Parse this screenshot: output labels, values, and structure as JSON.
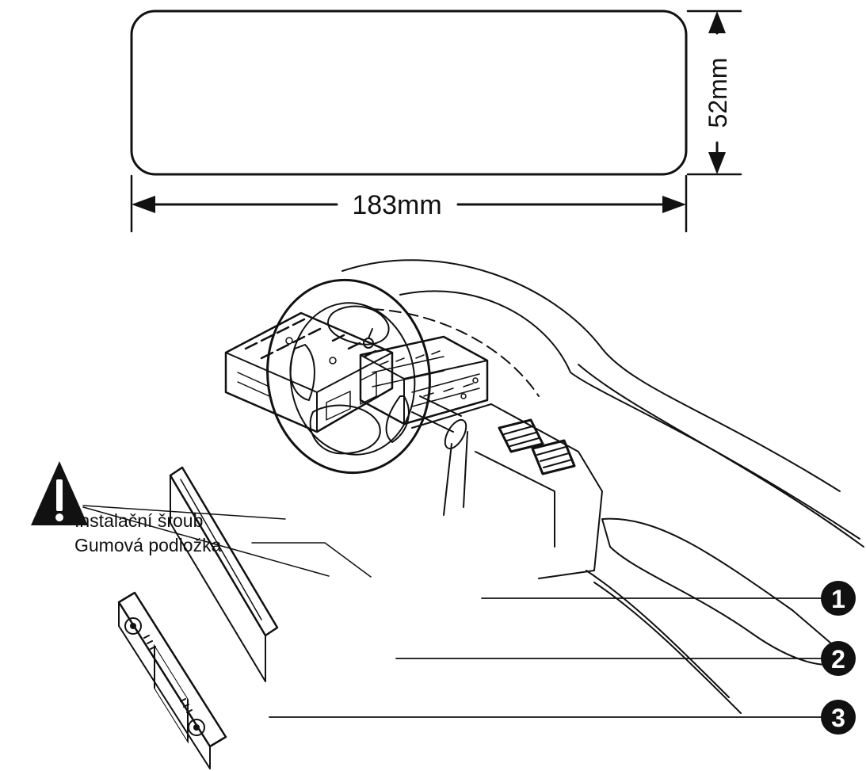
{
  "dimensions": {
    "width_label": "183mm",
    "height_label": "52mm"
  },
  "labels": {
    "screw": "Instalační šroub",
    "washer": "Gumová podložka"
  },
  "callouts": [
    {
      "number": "1",
      "target": "mounting-sleeve"
    },
    {
      "number": "2",
      "target": "radio-unit"
    },
    {
      "number": "3",
      "target": "trim-frame"
    }
  ],
  "warning_icon": "exclamation-triangle-icon",
  "colors": {
    "ink": "#111111",
    "paper": "#ffffff"
  }
}
